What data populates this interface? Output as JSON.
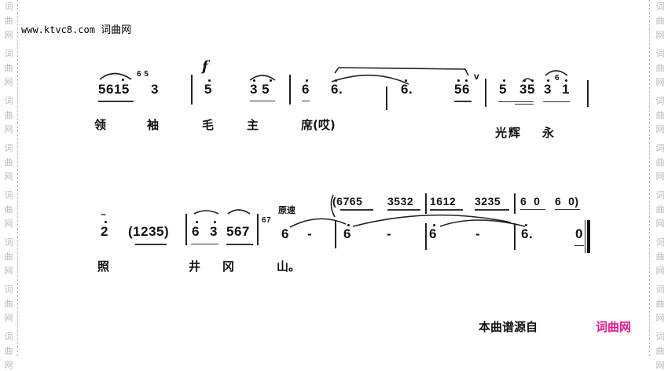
{
  "watermark": {
    "chars": [
      "词",
      "曲",
      "网"
    ]
  },
  "header": {
    "site_url": "www.ktvc8.com",
    "site_name": "词曲网"
  },
  "dynamics": {
    "forte": "f"
  },
  "tempo_mark": "原速",
  "line1": {
    "notes": [
      {
        "id": "m1a",
        "text": "5615"
      },
      {
        "id": "m1grace",
        "text": "6 5"
      },
      {
        "id": "m1b",
        "text": "3"
      },
      {
        "id": "m2a",
        "text": "5"
      },
      {
        "id": "m2b",
        "text": "3 5"
      },
      {
        "id": "m3a",
        "text": "6"
      },
      {
        "id": "m3b",
        "text": "6."
      },
      {
        "id": "m4a",
        "text": "6."
      },
      {
        "id": "m4b",
        "text": "56"
      },
      {
        "id": "breath",
        "text": "v"
      },
      {
        "id": "m5a",
        "text": "5"
      },
      {
        "id": "m5b",
        "text": "35"
      },
      {
        "id": "m5c",
        "text": "3"
      },
      {
        "id": "m5grace",
        "text": "6"
      },
      {
        "id": "m5d",
        "text": "1"
      }
    ],
    "lyrics": [
      "领",
      "袖",
      "毛",
      "主",
      "席(哎)",
      "光辉",
      "永"
    ]
  },
  "line2": {
    "notes": [
      {
        "id": "n1",
        "text": "2"
      },
      {
        "id": "n1orn",
        "text": "~"
      },
      {
        "id": "n2",
        "text": "(1235)"
      },
      {
        "id": "n3a",
        "text": "6"
      },
      {
        "id": "n3b",
        "text": "3"
      },
      {
        "id": "n3c",
        "text": "567"
      },
      {
        "id": "n4grace",
        "text": "67"
      },
      {
        "id": "n4a",
        "text": "6"
      },
      {
        "id": "n4b",
        "text": "-"
      },
      {
        "id": "n5a",
        "text": "6"
      },
      {
        "id": "n5b",
        "text": "-"
      },
      {
        "id": "n6a",
        "text": "6"
      },
      {
        "id": "n6b",
        "text": "-"
      },
      {
        "id": "n7a",
        "text": "6."
      },
      {
        "id": "n7b",
        "text": "0"
      }
    ],
    "accomp": [
      {
        "id": "a1",
        "text": "(6765"
      },
      {
        "id": "a2",
        "text": "3532"
      },
      {
        "id": "a3",
        "text": "1612"
      },
      {
        "id": "a4",
        "text": "3235"
      },
      {
        "id": "a5",
        "text": "6  0"
      },
      {
        "id": "a6",
        "text": "6  0)"
      }
    ],
    "lyrics": [
      "照",
      "井",
      "冈",
      "山。"
    ]
  },
  "footer": {
    "source_label": "本曲谱源自",
    "source_name": "词曲网"
  },
  "colors": {
    "brand": "#e0188c",
    "watermark": "#b8b8b8"
  }
}
